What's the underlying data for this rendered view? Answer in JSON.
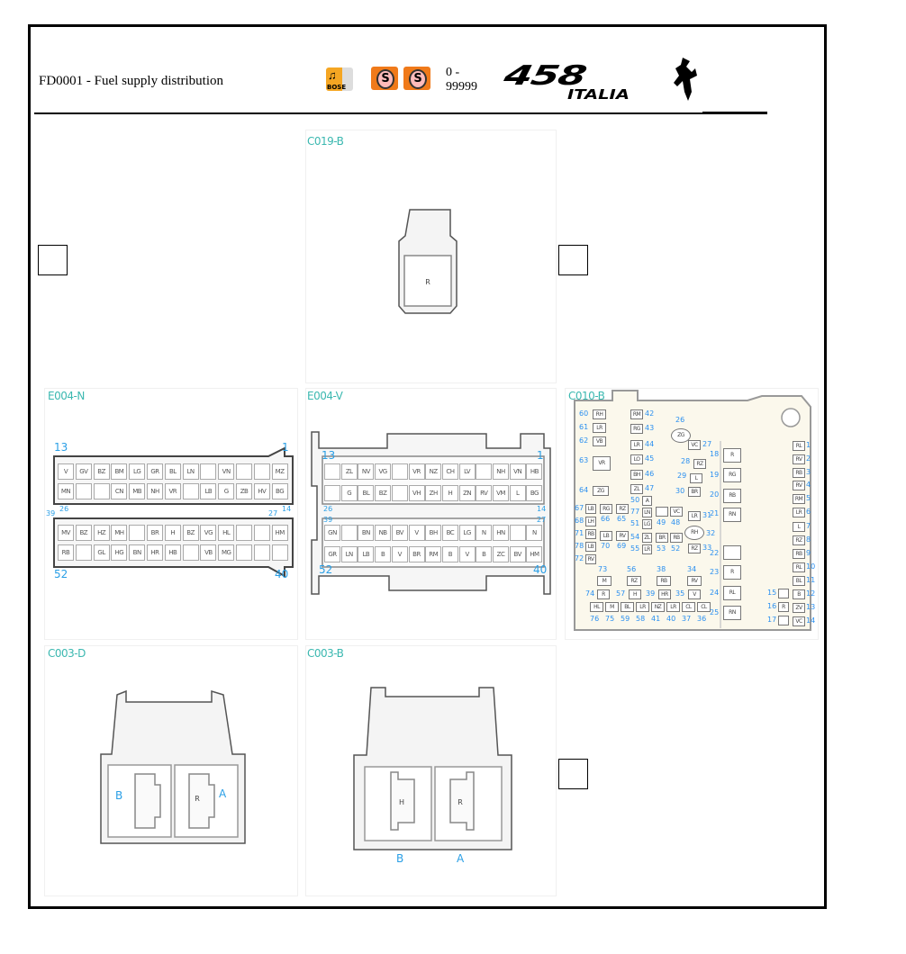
{
  "header": {
    "title": "FD0001 - Fuel supply distribution",
    "range": "0 - 99999",
    "icons": [
      "bose-audio-icon",
      "s-badge-icon",
      "s-badge-icon"
    ],
    "bose_label": "BOSE",
    "s_label": "S",
    "logo_text_number": "458",
    "logo_text_model": "ITALIA"
  },
  "colors": {
    "connector_label": "#3bb8b0",
    "pin_number": "#2a9fe6",
    "icon_orange": "#f07a1a"
  },
  "connectors": {
    "c019b": {
      "label": "C019-B",
      "pin": "R"
    },
    "e004n": {
      "label": "E004-N",
      "pins": {
        "tl": "13",
        "tr": "1",
        "ml": "26",
        "mr": "14",
        "ml2": "39",
        "mr2": "27",
        "bl": "52",
        "br": "40"
      },
      "rows": [
        [
          "V",
          "GV",
          "BZ",
          "BM",
          "LG",
          "GR",
          "BL",
          "LN",
          "",
          "VN",
          "",
          "",
          "MZ"
        ],
        [
          "MN",
          "",
          "",
          "CN",
          "MB",
          "NH",
          "VR",
          "",
          "LB",
          "G",
          "ZB",
          "HV",
          "BG"
        ],
        [
          "MV",
          "BZ",
          "HZ",
          "MH",
          "",
          "BR",
          "H",
          "BZ",
          "VG",
          "HL",
          "",
          "",
          "HM"
        ],
        [
          "RB",
          "",
          "GL",
          "HG",
          "BN",
          "HR",
          "HB",
          "",
          "VB",
          "MG",
          "",
          "",
          ""
        ]
      ]
    },
    "e004v": {
      "label": "E004-V",
      "pins": {
        "tl": "13",
        "tr": "1",
        "ml": "26",
        "mr": "14",
        "ml2": "39",
        "mr2": "27",
        "bl": "52",
        "br": "40"
      },
      "rows": [
        [
          "",
          "ZL",
          "NV",
          "VG",
          "",
          "VR",
          "NZ",
          "CH",
          "LV",
          "",
          "NH",
          "VN",
          "HB"
        ],
        [
          "",
          "G",
          "BL",
          "BZ",
          "",
          "VH",
          "ZH",
          "H",
          "ZN",
          "RV",
          "VM",
          "L",
          "BG"
        ],
        [
          "GN",
          "",
          "BN",
          "NB",
          "BV",
          "V",
          "BH",
          "BC",
          "LG",
          "N",
          "HN",
          "",
          "N"
        ],
        [
          "GR",
          "LN",
          "LB",
          "B",
          "V",
          "BR",
          "RM",
          "B",
          "V",
          "B",
          "ZC",
          "BV",
          "HM"
        ]
      ]
    },
    "c010b": {
      "label": "C010-B",
      "pins": [
        {
          "n": "60",
          "c": "RH"
        },
        {
          "n": "61",
          "c": "LR"
        },
        {
          "n": "62",
          "c": "VB"
        },
        {
          "n": "63",
          "c": "VR"
        },
        {
          "n": "64",
          "c": "ZG"
        },
        {
          "n": "42",
          "c": "RM"
        },
        {
          "n": "43",
          "c": "RG"
        },
        {
          "n": "44",
          "c": "LR"
        },
        {
          "n": "45",
          "c": "LO"
        },
        {
          "n": "46",
          "c": "BH"
        },
        {
          "n": "47",
          "c": "ZL"
        },
        {
          "n": "18",
          "c": "R"
        },
        {
          "n": "19",
          "c": "RG"
        },
        {
          "n": "20",
          "c": "RB"
        },
        {
          "n": "21",
          "c": "RN"
        },
        {
          "n": "22",
          "c": ""
        },
        {
          "n": "23",
          "c": "R"
        },
        {
          "n": "24",
          "c": "RL"
        },
        {
          "n": "25",
          "c": "RN"
        },
        {
          "n": "1",
          "c": "RL"
        },
        {
          "n": "2",
          "c": "RV"
        },
        {
          "n": "3",
          "c": "RB"
        },
        {
          "n": "4",
          "c": "RV"
        },
        {
          "n": "5",
          "c": "RM"
        },
        {
          "n": "6",
          "c": "LR"
        },
        {
          "n": "7",
          "c": "L"
        },
        {
          "n": "8",
          "c": "RZ"
        },
        {
          "n": "9",
          "c": "RB"
        },
        {
          "n": "10",
          "c": "RL"
        },
        {
          "n": "11",
          "c": "BL"
        },
        {
          "n": "12",
          "c": "B"
        },
        {
          "n": "13",
          "c": "ZV"
        },
        {
          "n": "14",
          "c": "VC"
        },
        {
          "n": "15",
          "c": ""
        },
        {
          "n": "16",
          "c": "R"
        },
        {
          "n": "17",
          "c": ""
        },
        {
          "n": "76",
          "c": "HL"
        },
        {
          "n": "75",
          "c": "M"
        },
        {
          "n": "59",
          "c": "BL"
        },
        {
          "n": "58",
          "c": "LR"
        },
        {
          "n": "41",
          "c": "NZ"
        },
        {
          "n": "40",
          "c": "LR"
        },
        {
          "n": "37",
          "c": "CL"
        },
        {
          "n": "36",
          "c": "CL"
        },
        {
          "n": "73",
          "c": "M"
        },
        {
          "n": "56",
          "c": "RZ"
        },
        {
          "n": "38",
          "c": "RB"
        },
        {
          "n": "34",
          "c": "RV"
        },
        {
          "n": "74",
          "c": "R"
        },
        {
          "n": "57",
          "c": "H"
        },
        {
          "n": "39",
          "c": "HR"
        },
        {
          "n": "35",
          "c": "V"
        },
        {
          "n": "26",
          "c": "ZG"
        },
        {
          "n": "27",
          "c": "VC"
        },
        {
          "n": "28",
          "c": "RZ"
        },
        {
          "n": "29",
          "c": "L"
        },
        {
          "n": "30",
          "c": "BR"
        },
        {
          "n": "31",
          "c": "LR"
        },
        {
          "n": "32",
          "c": "RH"
        },
        {
          "n": "33",
          "c": "RZ"
        },
        {
          "n": "67",
          "c": "LB"
        },
        {
          "n": "68",
          "c": "LH"
        },
        {
          "n": "71",
          "c": "RB"
        },
        {
          "n": "78",
          "c": "LB"
        },
        {
          "n": "72",
          "c": "RV"
        },
        {
          "n": "66",
          "c": "RG"
        },
        {
          "n": "65",
          "c": "RZ"
        },
        {
          "n": "70",
          "c": "LB"
        },
        {
          "n": "69",
          "c": "RV"
        },
        {
          "n": "50",
          "c": "A"
        },
        {
          "n": "77",
          "c": "LN"
        },
        {
          "n": "51",
          "c": "LG"
        },
        {
          "n": "49",
          "c": ""
        },
        {
          "n": "48",
          "c": "VC"
        },
        {
          "n": "54",
          "c": "ZL"
        },
        {
          "n": "55",
          "c": "LR"
        },
        {
          "n": "53",
          "c": "BR"
        },
        {
          "n": "52",
          "c": "RB"
        }
      ]
    },
    "c003d": {
      "label": "C003-D",
      "pin_b": "B",
      "pin_a": "A",
      "code_a": "R"
    },
    "c003b": {
      "label": "C003-B",
      "pin_b": "B",
      "pin_a": "A",
      "code_b": "H",
      "code_a": "R"
    }
  }
}
